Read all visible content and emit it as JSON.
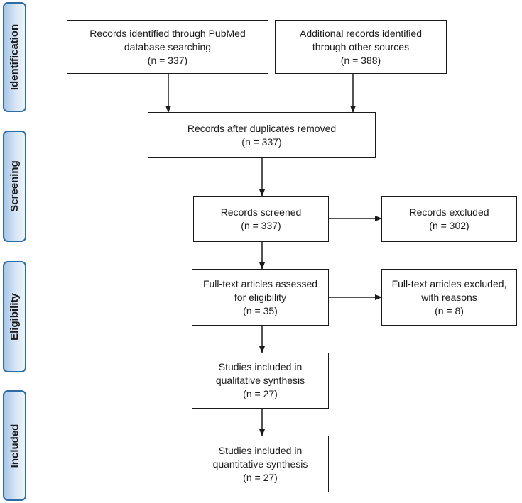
{
  "stages": {
    "identification": "Identification",
    "screening": "Screening",
    "eligibility": "Eligibility",
    "included": "Included"
  },
  "boxes": {
    "pubmed": {
      "lines": [
        "Records identified through PubMed",
        "database searching",
        "(n = 337)"
      ]
    },
    "other": {
      "lines": [
        "Additional records identified",
        "through other sources",
        "(n = 388)"
      ]
    },
    "duplicates": {
      "lines": [
        "Records after duplicates removed",
        "(n = 337)"
      ]
    },
    "screened": {
      "lines": [
        "Records screened",
        "(n = 337)"
      ]
    },
    "excluded": {
      "lines": [
        "Records excluded",
        "(n = 302)"
      ]
    },
    "fulltext": {
      "lines": [
        "Full-text articles assessed",
        "for eligibility",
        "(n = 35)"
      ]
    },
    "fulltext_excluded": {
      "lines": [
        "Full-text articles excluded,",
        "with reasons",
        "(n = 8)"
      ]
    },
    "qualitative": {
      "lines": [
        "Studies included in",
        "qualitative synthesis",
        "(n = 27)"
      ]
    },
    "quantitative": {
      "lines": [
        "Studies included in",
        "quantitative synthesis",
        "(n = 27)"
      ]
    }
  },
  "colors": {
    "stage_border": "#2e6da4",
    "stage_fill": "#a9c6e8",
    "box_border": "#1a1a1a",
    "arrow": "#1a1a1a"
  }
}
